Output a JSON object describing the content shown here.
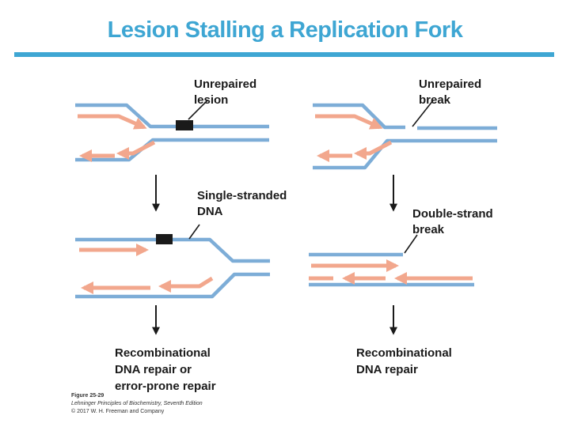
{
  "slide": {
    "title": "Lesion Stalling a Replication Fork"
  },
  "colors": {
    "title": "#3EA6D3",
    "divider": "#3EA6D3",
    "template_strand_blue": "#7DADD7",
    "new_strand_pink": "#F2A78D",
    "lesion_black": "#1A1A1A",
    "label_text": "#1A1A1A",
    "background": "#FFFFFF"
  },
  "labels": {
    "unrepaired_lesion": "Unrepaired\nlesion",
    "unrepaired_break": "Unrepaired\nbreak",
    "single_stranded_dna": "Single-stranded\nDNA",
    "double_strand_break": "Double-strand\nbreak",
    "recombinational_left": "Recombinational\nDNA repair or\nerror-prone repair",
    "recombinational_right": "Recombinational\nDNA repair"
  },
  "caption": {
    "figure": "Figure 25-29",
    "source": "Lehninger Principles of Biochemistry, Seventh Edition",
    "copyright": "© 2017 W. H. Freeman and Company"
  }
}
